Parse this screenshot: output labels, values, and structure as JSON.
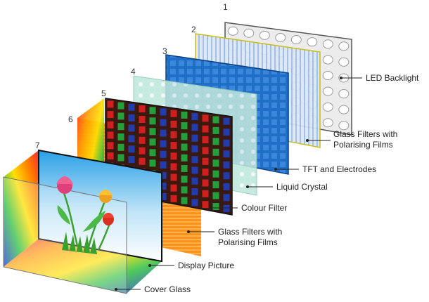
{
  "diagram": {
    "layers": [
      {
        "number": "1",
        "label": "LED Backlight"
      },
      {
        "number": "2",
        "label": "Glass Filters with\nPolarising Films"
      },
      {
        "number": "3",
        "label": "TFT and Electrodes"
      },
      {
        "number": "4",
        "label": "Liquid Crystal"
      },
      {
        "number": "5",
        "label": "Colour Filter"
      },
      {
        "number": "6",
        "label": "Glass Filters with\nPolarising Films"
      },
      {
        "number": "7",
        "label": "Display Picture"
      }
    ],
    "extra_labels": [
      {
        "label": "Cover Glass"
      }
    ]
  },
  "colors": {
    "backlight": "#e8e8e8",
    "polarizer": "#cfe0f5",
    "tft": "#1f6fc8",
    "liquid_crystal": "#bfe6dc",
    "colour_filter_red": "#e02020",
    "colour_filter_green": "#20b040",
    "colour_filter_blue": "#2040c0",
    "frame": "#222222"
  }
}
